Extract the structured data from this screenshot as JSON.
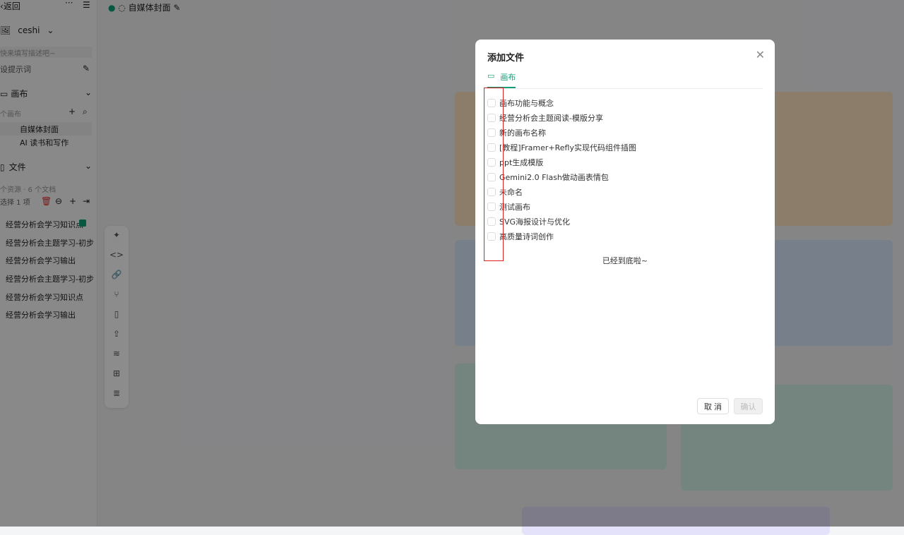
{
  "sidebar": {
    "back": "返回",
    "project": "ceshi",
    "desc_placeholder": "快来填写描述吧~",
    "prompt": "设提示词",
    "canvas_section": "画布",
    "canvas_count": "个画布",
    "canvases": [
      "自媒体封面",
      "AI 读书和写作"
    ],
    "files_section": "文件",
    "files_count": "个资源 · 6 个文档",
    "selected": "选择 1 项",
    "docs": [
      "经营分析会学习知识点",
      "经营分析会主题学习-初步",
      "经营分析会学习输出",
      "经营分析会主题学习-初步",
      "经营分析会学习知识点",
      "经营分析会学习输出"
    ]
  },
  "header": {
    "title": "自媒体封面"
  },
  "modal": {
    "title": "添加文件",
    "tab": "画布",
    "items": [
      "画布功能与概念",
      "经营分析会主题阅读-模版分享",
      "新的画布名称",
      "[教程]Framer+Refly实现代码组件插图",
      "ppt生成模版",
      "Gemini2.0 Flash做动画表情包",
      "未命名",
      "测试画布",
      "SVG海报设计与优化",
      "高质量诗词创作"
    ],
    "end_text": "已经到底啦~",
    "cancel": "取 消",
    "confirm": "确认"
  },
  "colors": {
    "accent": "#0e9f77",
    "highlight": "#e02020"
  }
}
